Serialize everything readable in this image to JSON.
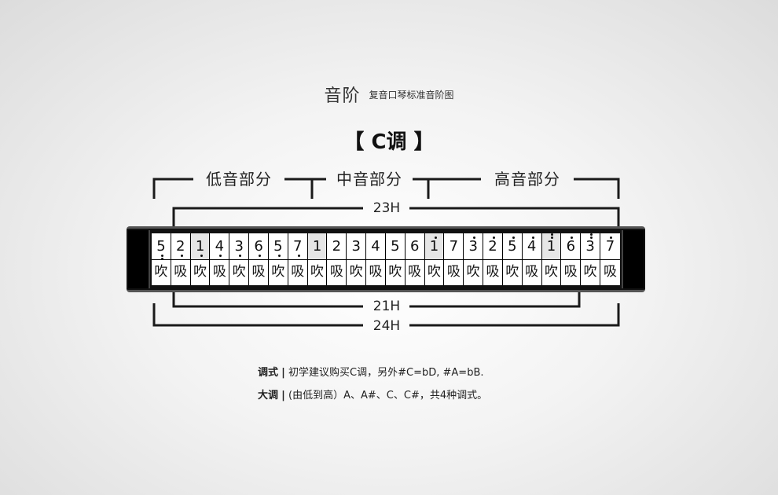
{
  "title": {
    "main": "音阶",
    "sub": "复音口琴标准音阶图"
  },
  "key_label": "【 C调 】",
  "sections": {
    "low": "低音部分",
    "mid": "中音部分",
    "high": "高音部分"
  },
  "hole_counts": {
    "top": "23H",
    "mid": "21H",
    "bottom": "24H"
  },
  "holes": [
    {
      "note": "5",
      "dots_above": 0,
      "dots_below": 2,
      "action": "吹",
      "highlight": false
    },
    {
      "note": "2",
      "dots_above": 0,
      "dots_below": 1,
      "action": "吸",
      "highlight": false
    },
    {
      "note": "1",
      "dots_above": 0,
      "dots_below": 1,
      "action": "吹",
      "highlight": true
    },
    {
      "note": "4",
      "dots_above": 0,
      "dots_below": 1,
      "action": "吸",
      "highlight": false
    },
    {
      "note": "3",
      "dots_above": 0,
      "dots_below": 1,
      "action": "吹",
      "highlight": false
    },
    {
      "note": "6",
      "dots_above": 0,
      "dots_below": 1,
      "action": "吸",
      "highlight": false
    },
    {
      "note": "5",
      "dots_above": 0,
      "dots_below": 1,
      "action": "吹",
      "highlight": false
    },
    {
      "note": "7",
      "dots_above": 0,
      "dots_below": 1,
      "action": "吸",
      "highlight": false
    },
    {
      "note": "1",
      "dots_above": 0,
      "dots_below": 0,
      "action": "吹",
      "highlight": true
    },
    {
      "note": "2",
      "dots_above": 0,
      "dots_below": 0,
      "action": "吸",
      "highlight": false
    },
    {
      "note": "3",
      "dots_above": 0,
      "dots_below": 0,
      "action": "吹",
      "highlight": false
    },
    {
      "note": "4",
      "dots_above": 0,
      "dots_below": 0,
      "action": "吸",
      "highlight": false
    },
    {
      "note": "5",
      "dots_above": 0,
      "dots_below": 0,
      "action": "吹",
      "highlight": false
    },
    {
      "note": "6",
      "dots_above": 0,
      "dots_below": 0,
      "action": "吸",
      "highlight": false
    },
    {
      "note": "1",
      "dots_above": 1,
      "dots_below": 0,
      "action": "吹",
      "highlight": true
    },
    {
      "note": "7",
      "dots_above": 0,
      "dots_below": 0,
      "action": "吸",
      "highlight": false
    },
    {
      "note": "3",
      "dots_above": 1,
      "dots_below": 0,
      "action": "吹",
      "highlight": false
    },
    {
      "note": "2",
      "dots_above": 1,
      "dots_below": 0,
      "action": "吸",
      "highlight": false
    },
    {
      "note": "5",
      "dots_above": 1,
      "dots_below": 0,
      "action": "吹",
      "highlight": false
    },
    {
      "note": "4",
      "dots_above": 1,
      "dots_below": 0,
      "action": "吸",
      "highlight": false
    },
    {
      "note": "1",
      "dots_above": 2,
      "dots_below": 0,
      "action": "吹",
      "highlight": true
    },
    {
      "note": "6",
      "dots_above": 1,
      "dots_below": 0,
      "action": "吸",
      "highlight": false
    },
    {
      "note": "3",
      "dots_above": 2,
      "dots_below": 0,
      "action": "吹",
      "highlight": false
    },
    {
      "note": "7",
      "dots_above": 1,
      "dots_below": 0,
      "action": "吸",
      "highlight": false
    }
  ],
  "notes": [
    {
      "label": "调式",
      "sep": "|",
      "text": "初学建议购买C调，另外#C=bD, #A=bB."
    },
    {
      "label": "大调",
      "sep": "|",
      "text": "(由低到高）A、A#、C、C#，共4种调式。"
    }
  ]
}
